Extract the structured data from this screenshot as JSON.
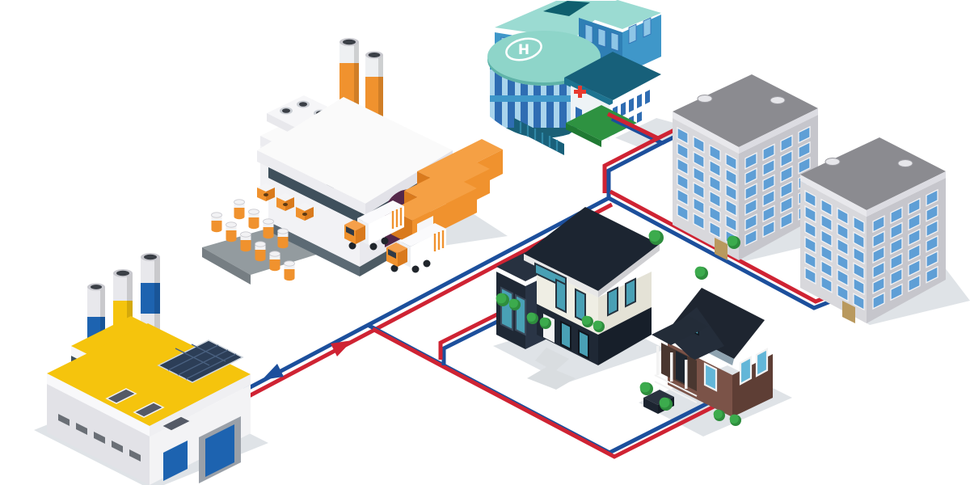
{
  "scene": {
    "description": "Isometric illustration of a district heating network: a power plant supplies hot water through red supply pipes and receives it back through blue return pipes, serving a factory, a hospital, two apartment blocks and two houses.",
    "background_color": "#ffffff"
  },
  "palette": {
    "bg": "#ffffff",
    "pipe_supply_red": "#cf2333",
    "pipe_return_blue": "#1c4f9c",
    "plant_yellow": "#f5c40d",
    "plant_blue": "#1d63b0",
    "factory_band_dark": "#3f505c",
    "factory_door_purple": "#54284a",
    "cargo_orange": "#f0922e",
    "cargo_orange_dark": "#d97a1d",
    "hospital_blue": "#3f97c9",
    "hospital_window_light": "#a9d4ec",
    "hospital_window_dark": "#2f6db3",
    "helipad_teal": "#8ed5c9",
    "hospital_roof_dark_teal": "#17607a",
    "apartment_wall": "#d8d8dc",
    "apartment_wall_shade": "#c6c6cc",
    "apartment_roof": "#8b8b90",
    "apartment_window": "#5f9fd6",
    "house_cream": "#efeee4",
    "house_dark_navy": "#1f2835",
    "house_window_teal": "#49a0b5",
    "brown_wall": "#7b5348",
    "brown_wall_shade": "#5e3e35",
    "lawn_green": "#2e9241",
    "bush_green": "#3cab4d",
    "shadow_gray": "#dfe3e7",
    "red_cross": "#e8392e"
  },
  "hospital": {
    "helipad_label": "H"
  },
  "pipes": {
    "supply_color": "#cf2333",
    "return_color": "#1c4f9c",
    "supply_flow": "red arrow points from the power plant toward the buildings",
    "return_flow": "blue arrow points from the buildings back toward the power plant"
  },
  "buildings": [
    {
      "id": "power-plant",
      "description": "yellow-roofed power plant with three striped chimneys, solar panels and blue doors"
    },
    {
      "id": "factory",
      "description": "white factory with two orange-striped chimneys, loading ramp, containers, crates, barrels and trucks"
    },
    {
      "id": "hospital",
      "description": "round blue hospital tower with rooftop helipad marked H and a red cross sign"
    },
    {
      "id": "apartment-block-1",
      "description": "grey multi-storey apartment building with blue windows"
    },
    {
      "id": "apartment-block-2",
      "description": "grey multi-storey apartment building with blue windows"
    },
    {
      "id": "modern-house",
      "description": "two-storey modern house with dark flat roof and teal windows"
    },
    {
      "id": "cottage-house",
      "description": "brown cottage with white porch and dark gable roof"
    }
  ],
  "props": [
    "orange shipping containers",
    "orange crates",
    "orange barrels",
    "two delivery trucks",
    "green bushes",
    "solar panel"
  ]
}
